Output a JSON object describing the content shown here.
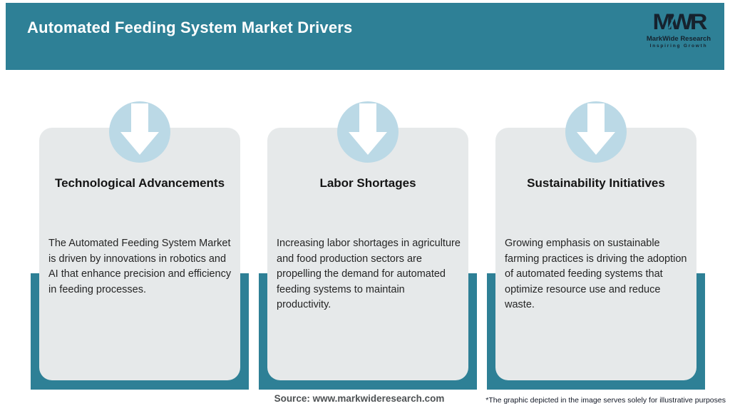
{
  "header": {
    "title": "Automated Feeding System Market Drivers",
    "logo": {
      "monogram": "MWR",
      "name": "MarkWide Research",
      "tagline": "Inspiring Growth"
    }
  },
  "chart_data": {
    "type": "table",
    "title": "Automated Feeding System Market Drivers",
    "categories": [
      "Technological Advancements",
      "Labor Shortages",
      "Sustainability Initiatives"
    ],
    "values": [
      "The Automated Feeding System Market is driven by innovations in robotics and AI that enhance precision and efficiency in feeding processes.",
      "Increasing labor shortages in agriculture and food production sectors are propelling the demand for automated feeding systems to maintain productivity.",
      "Growing emphasis on sustainable farming practices is driving the adoption of automated feeding systems that optimize resource use and reduce waste."
    ]
  },
  "cards": [
    {
      "icon": "down-arrow-icon",
      "title": "Technological Advancements",
      "body": "The Automated Feeding System Market is driven by innovations in robotics and AI that enhance precision and efficiency in feeding processes."
    },
    {
      "icon": "down-arrow-icon",
      "title": "Labor Shortages",
      "body": "Increasing labor shortages in agriculture and food production sectors are propelling the demand for automated feeding systems to maintain productivity."
    },
    {
      "icon": "down-arrow-icon",
      "title": "Sustainability Initiatives",
      "body": "Growing emphasis on sustainable farming practices is driving the adoption of automated feeding systems that optimize resource use and reduce waste."
    }
  ],
  "footer": {
    "source": "Source: www.markwideresearch.com",
    "note": "*The graphic depicted in the image serves solely for illustrative purposes"
  },
  "colors": {
    "header_teal": "#2E8096",
    "frame_teal": "#2E8096",
    "card_gray": "#E6E9EA",
    "circle_blue": "#BBD9E6",
    "arrow_white": "#FFFFFF",
    "logo_navy": "#16222E",
    "title_text": "#141414",
    "body_text": "#252525",
    "source_text": "#4E5254",
    "note_text": "#121826"
  }
}
